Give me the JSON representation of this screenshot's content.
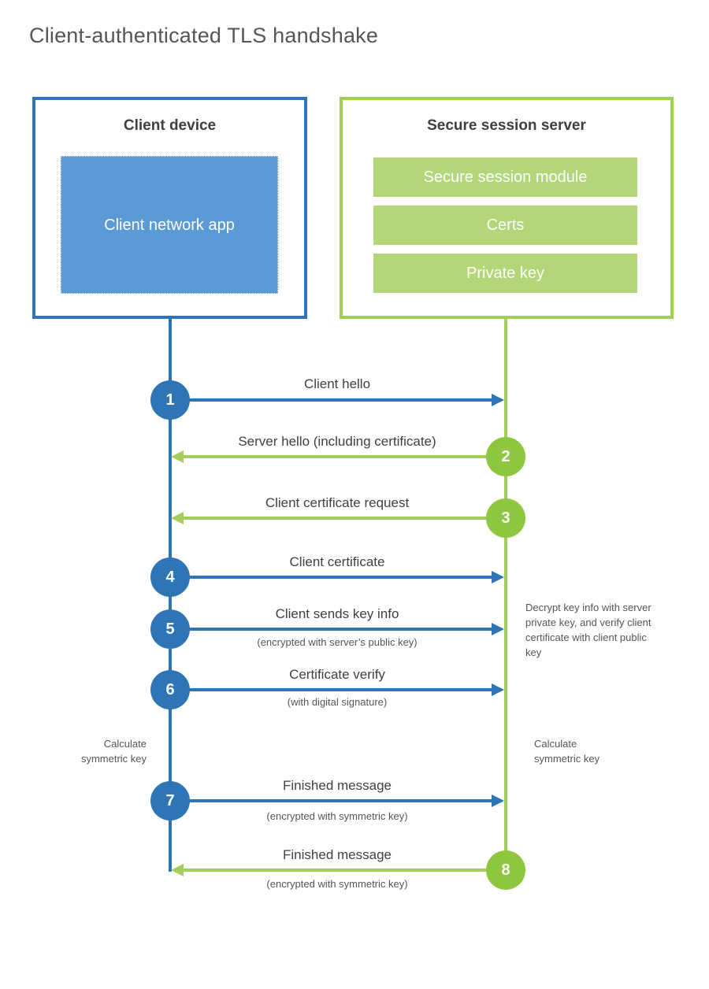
{
  "page": {
    "title": "Client-authenticated TLS handshake"
  },
  "client": {
    "title": "Client device",
    "app": "Client network app"
  },
  "server": {
    "title": "Secure session server",
    "modules": [
      "Secure session module",
      "Certs",
      "Private key"
    ]
  },
  "steps": [
    {
      "num": "1",
      "label": "Client hello",
      "from": "client",
      "to": "server"
    },
    {
      "num": "2",
      "label": "Server hello (including certificate)",
      "from": "server",
      "to": "client"
    },
    {
      "num": "3",
      "label": "Client certificate request",
      "from": "server",
      "to": "client"
    },
    {
      "num": "4",
      "label": "Client certificate",
      "from": "client",
      "to": "server"
    },
    {
      "num": "5",
      "label": "Client sends key info",
      "sub": "(encrypted with server’s public key)",
      "from": "client",
      "to": "server"
    },
    {
      "num": "6",
      "label": "Certificate verify",
      "sub": "(with digital signature)",
      "from": "client",
      "to": "server"
    },
    {
      "num": "7",
      "label": "Finished message",
      "sub": "(encrypted with symmetric key)",
      "from": "client",
      "to": "server"
    },
    {
      "num": "8",
      "label": "Finished message",
      "sub": "(encrypted with symmetric key)",
      "from": "server",
      "to": "client"
    }
  ],
  "notes": {
    "decrypt": "Decrypt key info with server private key, and verify client certificate with client public key",
    "calc_left": "Calculate symmetric key",
    "calc_right": "Calculate symmetric key"
  },
  "colors": {
    "blue": "#2e75b6",
    "blue_fill": "#5b9bd5",
    "green_circle": "#8fc63f",
    "green_line": "#a4ce5a",
    "green_border": "#a4cf55",
    "green_fill": "#b2d678",
    "text_dark": "#3f3f3f",
    "text_gray": "#555555"
  }
}
